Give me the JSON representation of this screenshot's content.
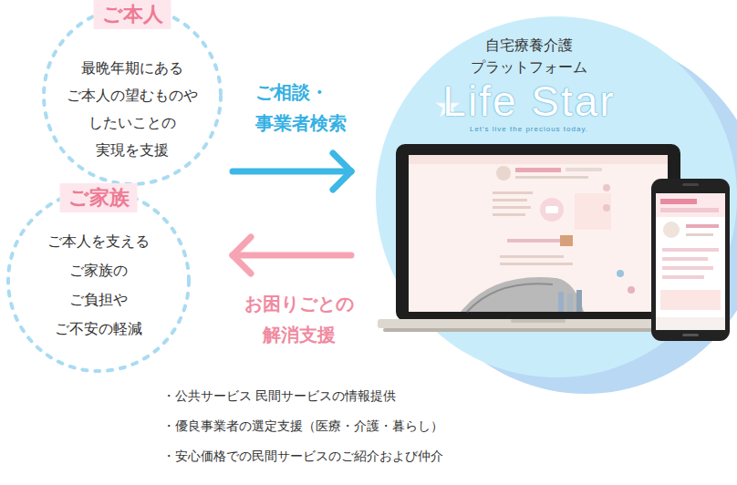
{
  "diagram": {
    "nodes": [
      {
        "text": [
          "ご本人",
          "最晩年期にある ご本人の望むものや したいことの 実現を支援"
        ]
      },
      {
        "text": [
          "ご家族",
          "ご本人を支える ご家族の ご負担や ご不安の軽減"
        ]
      },
      {
        "text": [
          "自宅療養介護 プラットフォーム",
          "Life Star",
          "Let's live the precious today."
        ]
      }
    ],
    "edges": [
      {
        "from": 0,
        "to": 2,
        "label": "ご相談・ 事業者検索",
        "arrow": "to"
      },
      {
        "from": 2,
        "to": 1,
        "label": "お困りごとの 解消支援",
        "arrow": "to"
      }
    ],
    "labels": [
      "・公共サービス 民間サービスの情報提供",
      "・優良事業者の選定支援（医療・介護・暮らし）",
      "・安心価格での民間サービスのご紹介および仲介"
    ]
  }
}
